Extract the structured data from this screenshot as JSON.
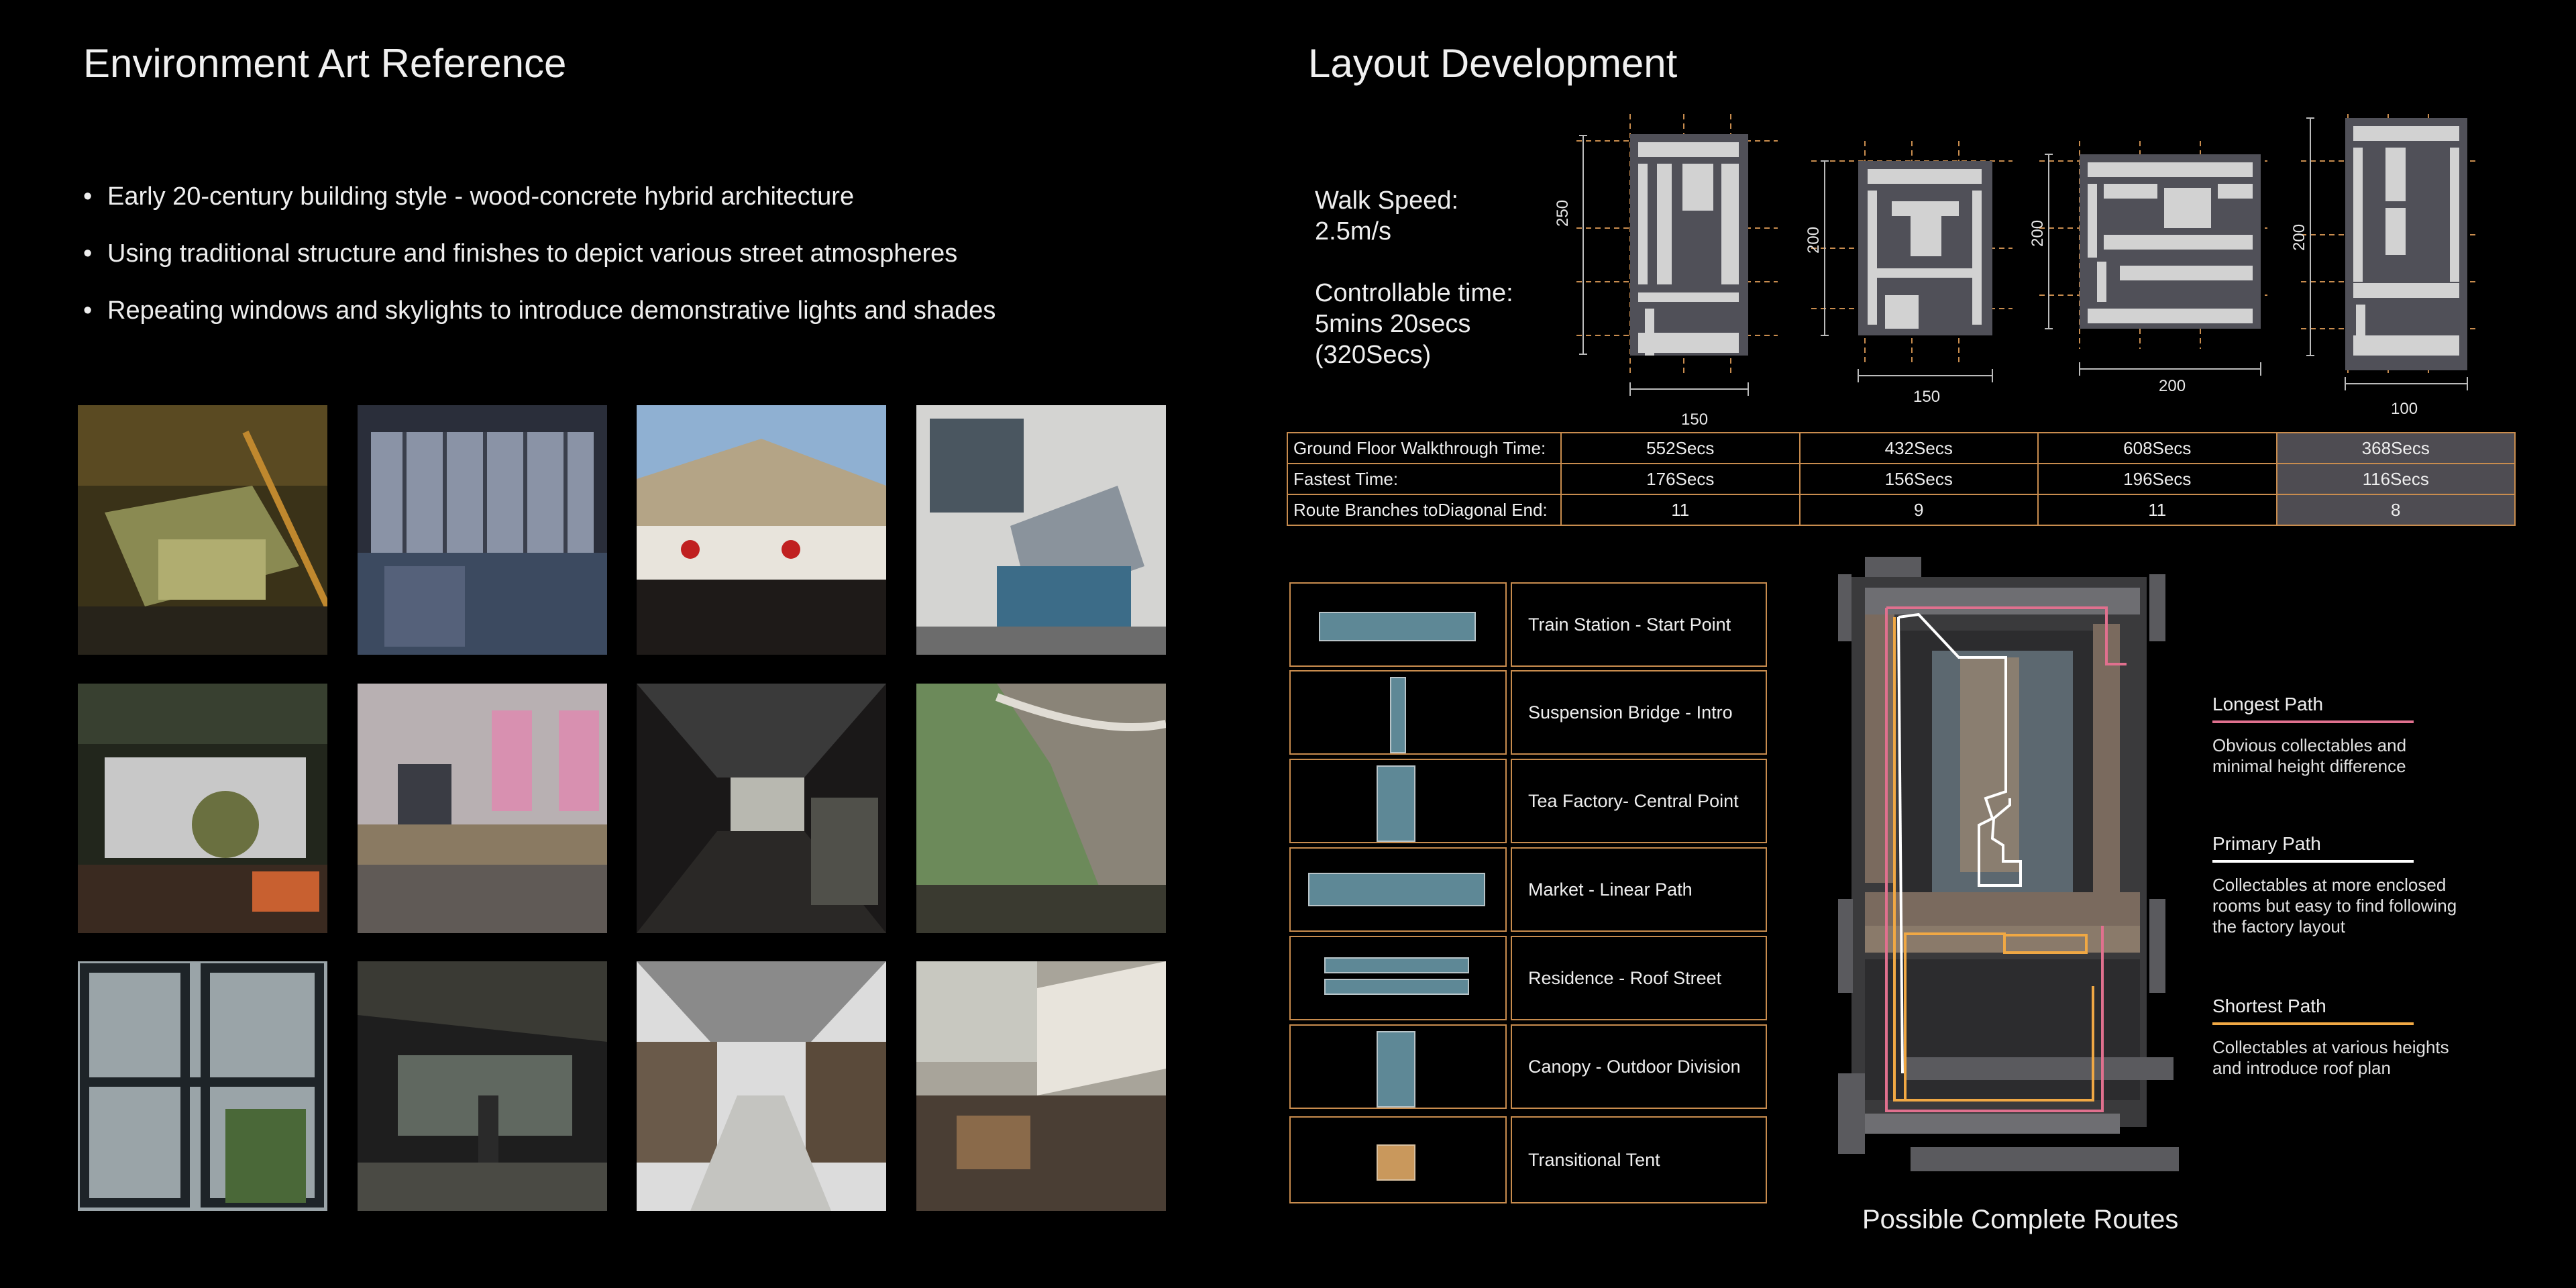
{
  "left": {
    "title": "Environment Art Reference",
    "bullets": [
      "Early 20-century building style - wood-concrete hybrid architecture",
      "Using traditional structure and finishes to depict various street atmospheres",
      "Repeating windows and skylights to introduce demonstrative lights and shades"
    ]
  },
  "right": {
    "title": "Layout Development",
    "walk_speed_label": "Walk Speed:",
    "walk_speed_value": "2.5m/s",
    "control_time_label": "Controllable time:",
    "control_time_value": "5mins 20secs",
    "control_time_secs": "(320Secs)",
    "plans": [
      {
        "height_dim": "250",
        "width_dim": "150"
      },
      {
        "height_dim": "200",
        "width_dim": "150"
      },
      {
        "height_dim": "200",
        "width_dim": "200"
      },
      {
        "height_dim": "200",
        "width_dim": "100"
      }
    ],
    "table": [
      {
        "label": "Ground Floor Walkthrough Time:",
        "values": [
          "552Secs",
          "432Secs",
          "608Secs",
          "368Secs"
        ]
      },
      {
        "label": "Fastest Time:",
        "values": [
          "176Secs",
          "156Secs",
          "196Secs",
          "116Secs"
        ]
      },
      {
        "label": "Route Branches toDiagonal End:",
        "values": [
          "11",
          "9",
          "11",
          "8"
        ]
      }
    ],
    "legend": [
      "Train Station - Start Point",
      "Suspension Bridge - Intro",
      "Tea Factory- Central Point",
      "Market - Linear Path",
      "Residence - Roof Street",
      "Canopy - Outdoor Division",
      "Transitional Tent"
    ],
    "routes_caption": "Possible Complete Routes",
    "routes": [
      {
        "name": "Longest Path",
        "desc": [
          "Obvious collectables and",
          "minimal height difference"
        ],
        "color": "#e0708e"
      },
      {
        "name": "Primary Path",
        "desc": [
          "Collectables at more enclosed",
          "rooms but easy to find following",
          "the factory layout"
        ],
        "color": "#ffffff"
      },
      {
        "name": "Shortest Path",
        "desc": [
          "Collectables at various heights",
          "and introduce roof plan"
        ],
        "color": "#f0a844"
      }
    ]
  },
  "colors": {
    "accent_orange": "#c88c4e",
    "block_blue": "#5e8896",
    "tent": "#c9985c",
    "longest": "#e0708e",
    "shortest": "#f0a844"
  }
}
